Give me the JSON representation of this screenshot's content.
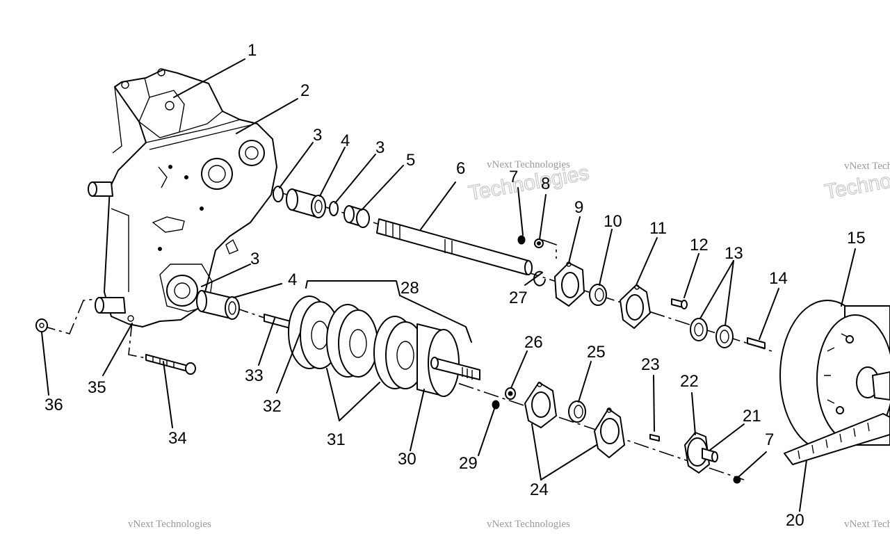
{
  "callouts": {
    "c1": "1",
    "c2": "2",
    "c3a": "3",
    "c4a": "4",
    "c3b": "3",
    "c5": "5",
    "c6": "6",
    "c7a": "7",
    "c8": "8",
    "c9": "9",
    "c10": "10",
    "c11": "11",
    "c12": "12",
    "c13": "13",
    "c14": "14",
    "c15": "15",
    "c3c": "3",
    "c4b": "4",
    "c28": "28",
    "c27": "27",
    "c26": "26",
    "c25": "25",
    "c23": "23",
    "c22": "22",
    "c21": "21",
    "c7b": "7",
    "c36": "36",
    "c35": "35",
    "c34": "34",
    "c33": "33",
    "c32": "32",
    "c31": "31",
    "c30": "30",
    "c29": "29",
    "c24": "24",
    "c20": "20"
  },
  "watermark": {
    "line1": "vNext Technologies",
    "line2": "Technologies"
  }
}
